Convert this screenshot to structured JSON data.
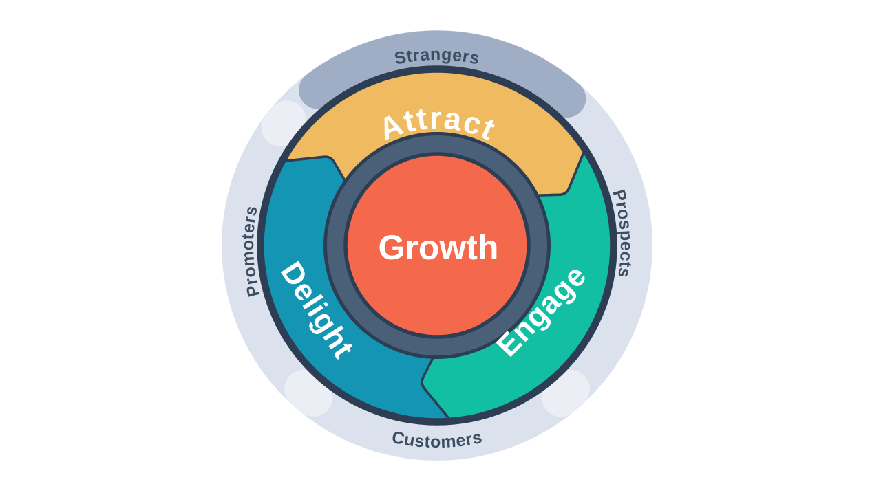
{
  "diagram": {
    "name": "flywheel",
    "center_label": "Growth",
    "segments": [
      {
        "id": "attract",
        "label": "Attract"
      },
      {
        "id": "engage",
        "label": "Engage"
      },
      {
        "id": "delight",
        "label": "Delight"
      }
    ],
    "audiences": [
      {
        "id": "strangers",
        "label": "Strangers",
        "position": "top"
      },
      {
        "id": "prospects",
        "label": "Prospects",
        "position": "right"
      },
      {
        "id": "customers",
        "label": "Customers",
        "position": "bottom"
      },
      {
        "id": "promoters",
        "label": "Promoters",
        "position": "left"
      }
    ]
  },
  "colors": {
    "background": "#ffffff",
    "outer_ring": "#dbe2ee",
    "outer_ring_tab": "#eceef6",
    "strangers_arc": "#9fadc5",
    "outline_navy": "#2d3e54",
    "label_navy": "#3d4e63",
    "attract_yellow": "#f0ba61",
    "engage_green": "#12bfa3",
    "delight_blue": "#1495b4",
    "hub_ring_slate": "#4a6078",
    "growth_orange": "#f4694c",
    "segment_label": "#ffffff"
  }
}
